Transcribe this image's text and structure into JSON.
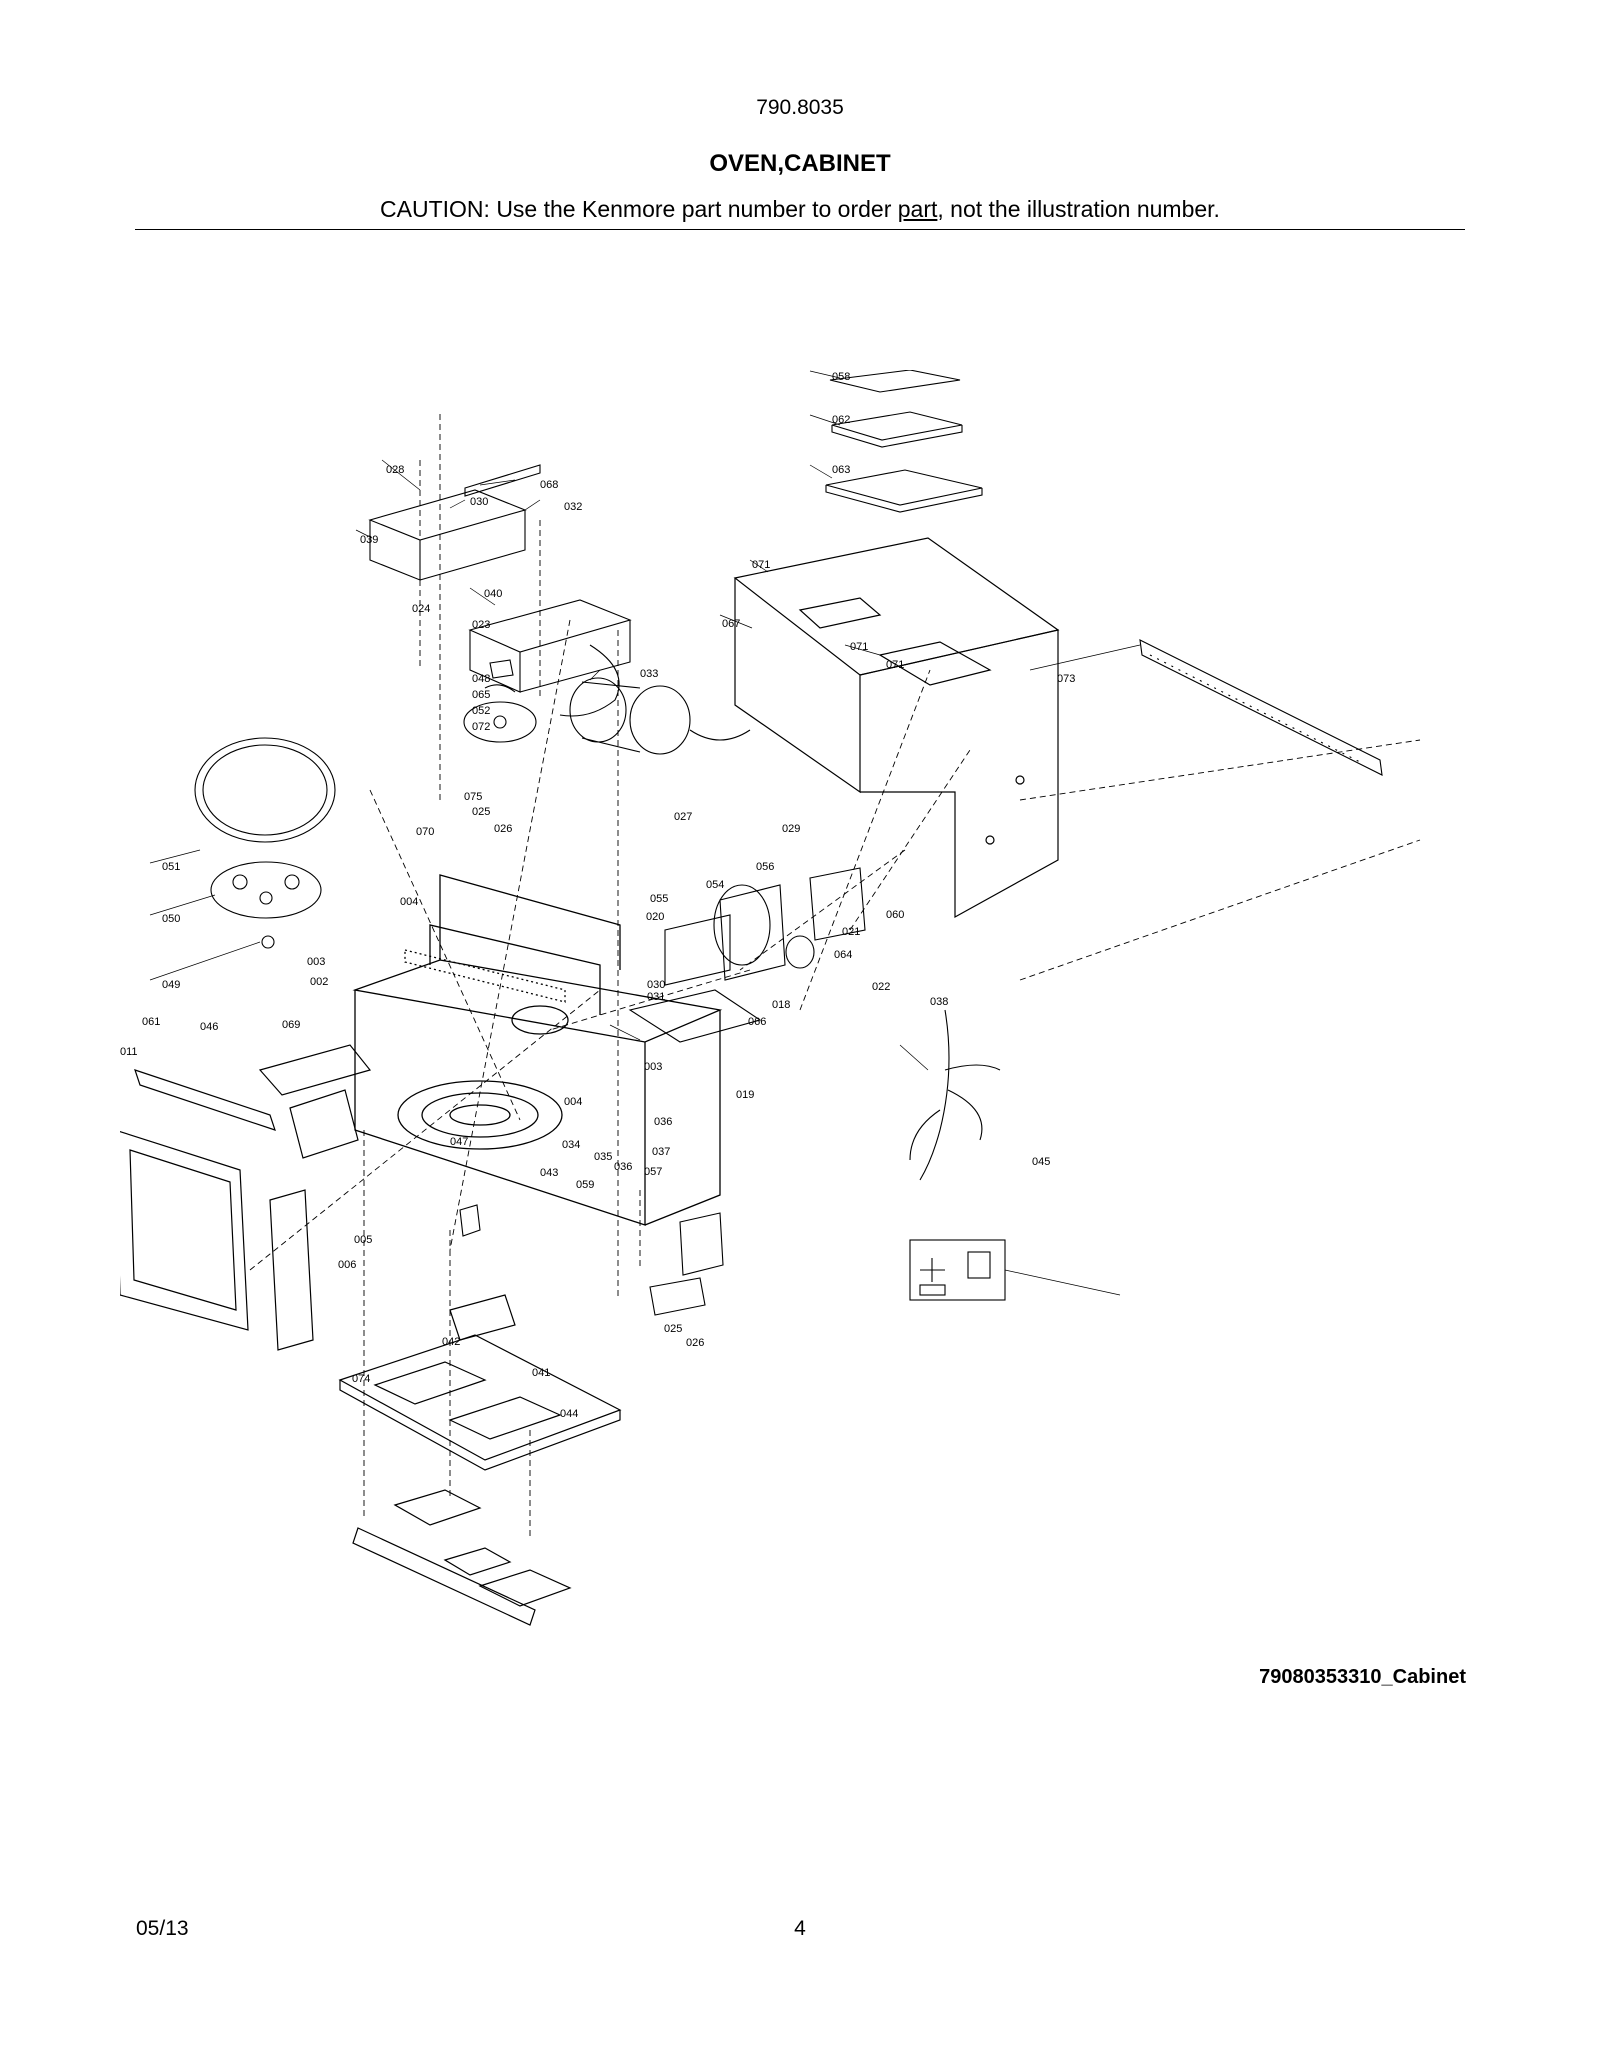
{
  "header": {
    "model_number": "790.8035",
    "title": "OVEN,CABINET",
    "caution_prefix": "CAUTION: Use the Kenmore part number to order ",
    "caution_link": "part",
    "caution_suffix": ", not the illustration number."
  },
  "diagram": {
    "figure_id": "79080353310_Cabinet",
    "callouts": [
      "058",
      "062",
      "063",
      "028",
      "068",
      "030",
      "032",
      "039",
      "040",
      "024",
      "023",
      "071",
      "067",
      "071",
      "071",
      "073",
      "033",
      "048",
      "065",
      "052",
      "072",
      "075",
      "025",
      "026",
      "027",
      "070",
      "051",
      "050",
      "049",
      "029",
      "056",
      "054",
      "055",
      "020",
      "060",
      "021",
      "064",
      "022",
      "004",
      "003",
      "002",
      "061",
      "046",
      "069",
      "011",
      "030",
      "031",
      "018",
      "066",
      "038",
      "003",
      "004",
      "019",
      "047",
      "034",
      "035",
      "036",
      "036",
      "037",
      "057",
      "045",
      "043",
      "059",
      "005",
      "006",
      "025",
      "026",
      "042",
      "041",
      "074",
      "044"
    ]
  },
  "footer": {
    "date": "05/13",
    "page_number": "4"
  }
}
